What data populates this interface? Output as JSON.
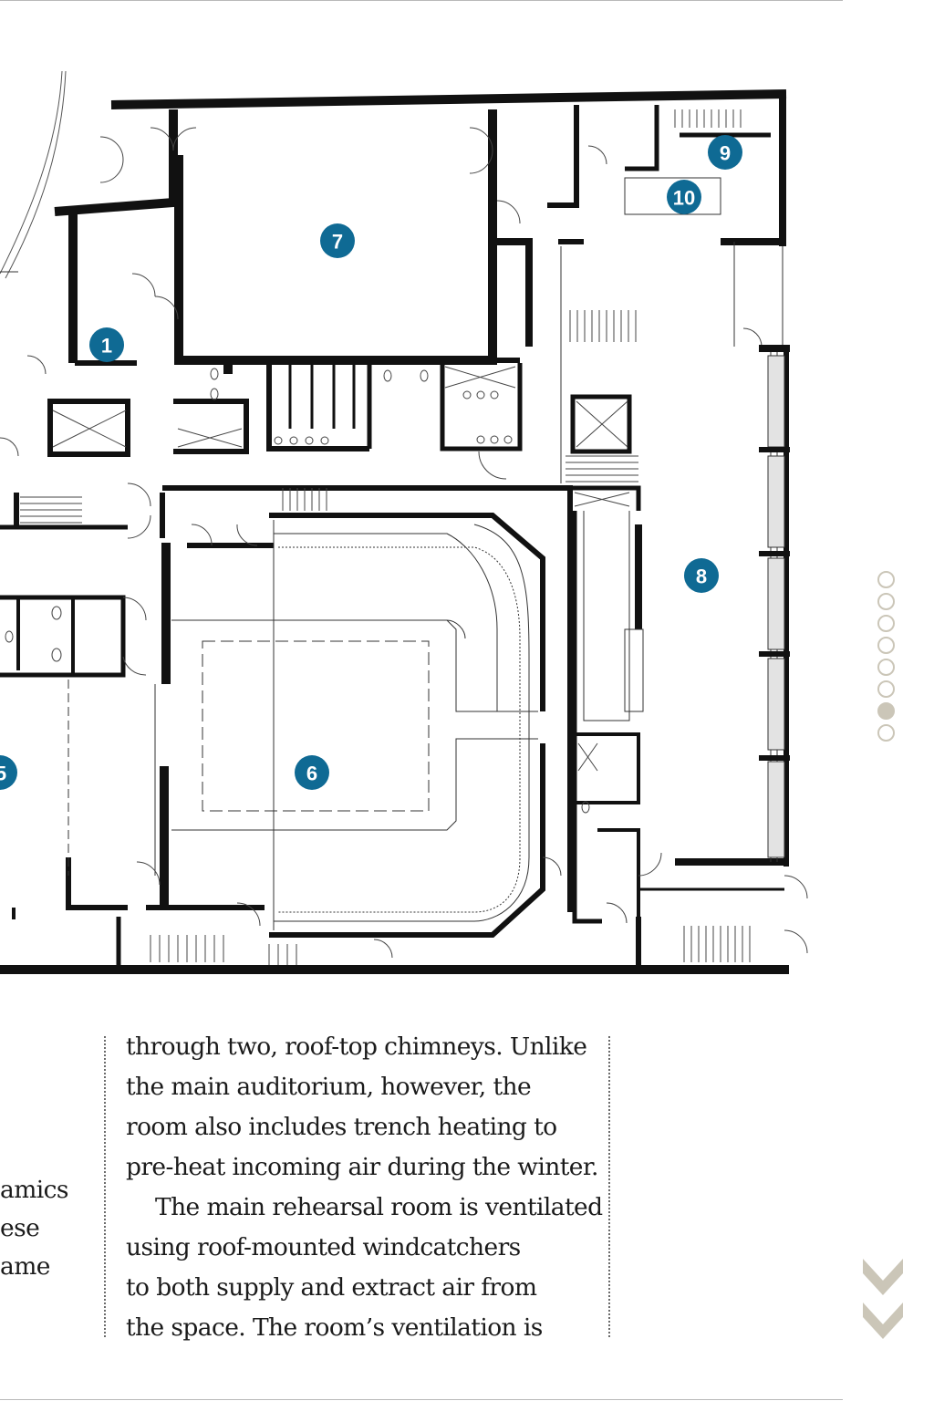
{
  "plan_markers": [
    {
      "label": "1"
    },
    {
      "label": "5"
    },
    {
      "label": "6"
    },
    {
      "label": "7"
    },
    {
      "label": "8"
    },
    {
      "label": "9"
    },
    {
      "label": "10"
    }
  ],
  "colors": {
    "marker": "#0f6a94",
    "wall": "#111111",
    "pager": "#cbc6b8",
    "text": "#1b1b1b"
  },
  "pagination": {
    "total": 8,
    "active_index": 6
  },
  "left_fragment": [
    "amics",
    "ese",
    "ame"
  ],
  "main_text": {
    "lines": [
      "through two, roof-top chimneys. Unlike",
      "the main auditorium, however, the",
      "room also includes trench heating to",
      "pre-heat incoming air during the winter.",
      "The main rehearsal room is ventilated",
      "using roof-mounted windcatchers",
      "to both supply and extract air from",
      "the space. The room’s ventilation is"
    ]
  },
  "icons": {
    "next": "double-chevron-down-icon"
  }
}
